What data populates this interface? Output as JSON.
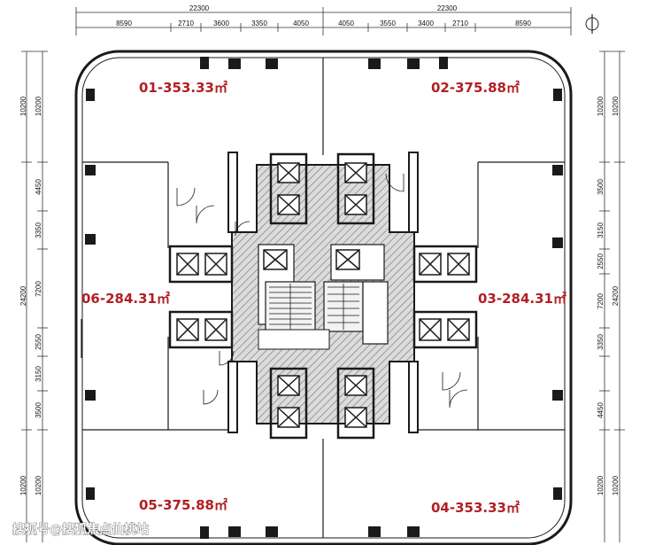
{
  "overall_dims": {
    "top_left": "22300",
    "top_right": "22300"
  },
  "top_segments": [
    "8590",
    "2710",
    "3600",
    "3350",
    "4050",
    "4050",
    "3550",
    "3400",
    "2710",
    "8590"
  ],
  "left_segments": [
    "10200",
    "4450",
    "3350",
    "7200",
    "2550",
    "3150",
    "3500",
    "10200"
  ],
  "left_total": "24200",
  "right_segments": [
    "10200",
    "3500",
    "3150",
    "2550",
    "7200",
    "3350",
    "4450",
    "10200"
  ],
  "right_total": "24200",
  "units": {
    "u01": "01-353.33㎡",
    "u02": "02-375.88㎡",
    "u03": "03-284.31㎡",
    "u04": "04-353.33㎡",
    "u05": "05-375.88㎡",
    "u06": "06-284.31㎡"
  },
  "north_symbol": "Φ",
  "watermark": "搜狐号@搜狐焦点仙桃站",
  "colors": {
    "unit_label": "#b11f24",
    "hatch": "#9a9a9a",
    "line": "#1a1a1a"
  }
}
